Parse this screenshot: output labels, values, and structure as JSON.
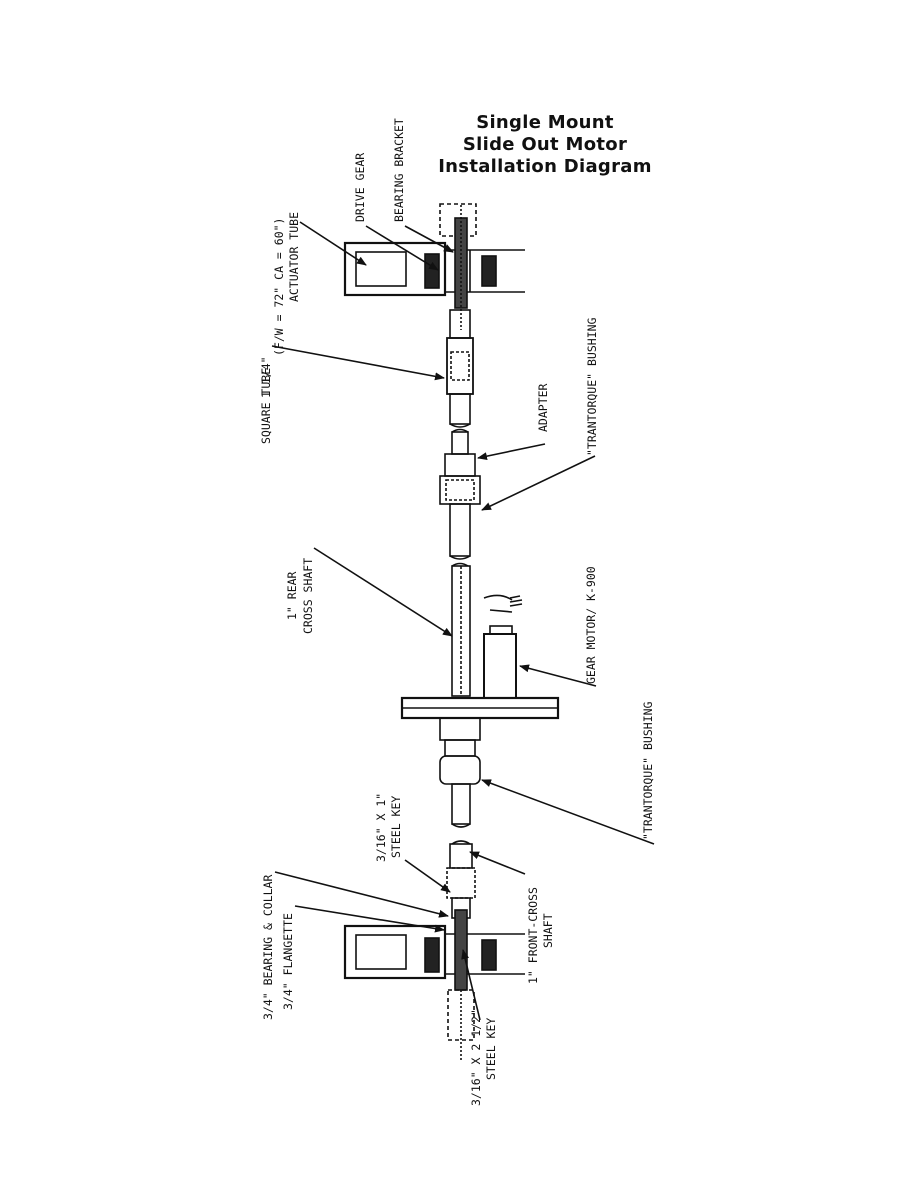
{
  "title": {
    "line1": "Single Mount",
    "line2": "Slide Out Motor",
    "line3": "Installation Diagram"
  },
  "labels": {
    "bearing_bracket": "BEARING BRACKET",
    "drive_gear": "DRIVE GEAR",
    "actuator_tube": "ACTUATOR TUBE",
    "actuator_tube_note": "(F/W = 72\"  CA = 60\")",
    "square_tube_1": "SQUARE TUBE",
    "square_tube_2": "1 1/4\"",
    "adapter": "ADAPTER",
    "trantorque_upper": "\"TRANTORQUE\" BUSHING",
    "rear_shaft_1": "1\" REAR",
    "rear_shaft_2": "CROSS SHAFT",
    "gear_motor": "GEAR MOTOR/ K-900",
    "trantorque_lower": "\"TRANTORQUE\" BUSHING",
    "steel_key_1": "3/16\" X 1\"",
    "steel_key_2": "STEEL KEY",
    "front_shaft_1": "1\" FRONT-CROSS",
    "front_shaft_2": "SHAFT",
    "bearing_collar": "3/4\" BEARING & COLLAR",
    "flangette": "3/4\" FLANGETTE",
    "steel_key_long_1": "3/16\" X 2 1/2\"",
    "steel_key_long_2": "STEEL KEY"
  }
}
